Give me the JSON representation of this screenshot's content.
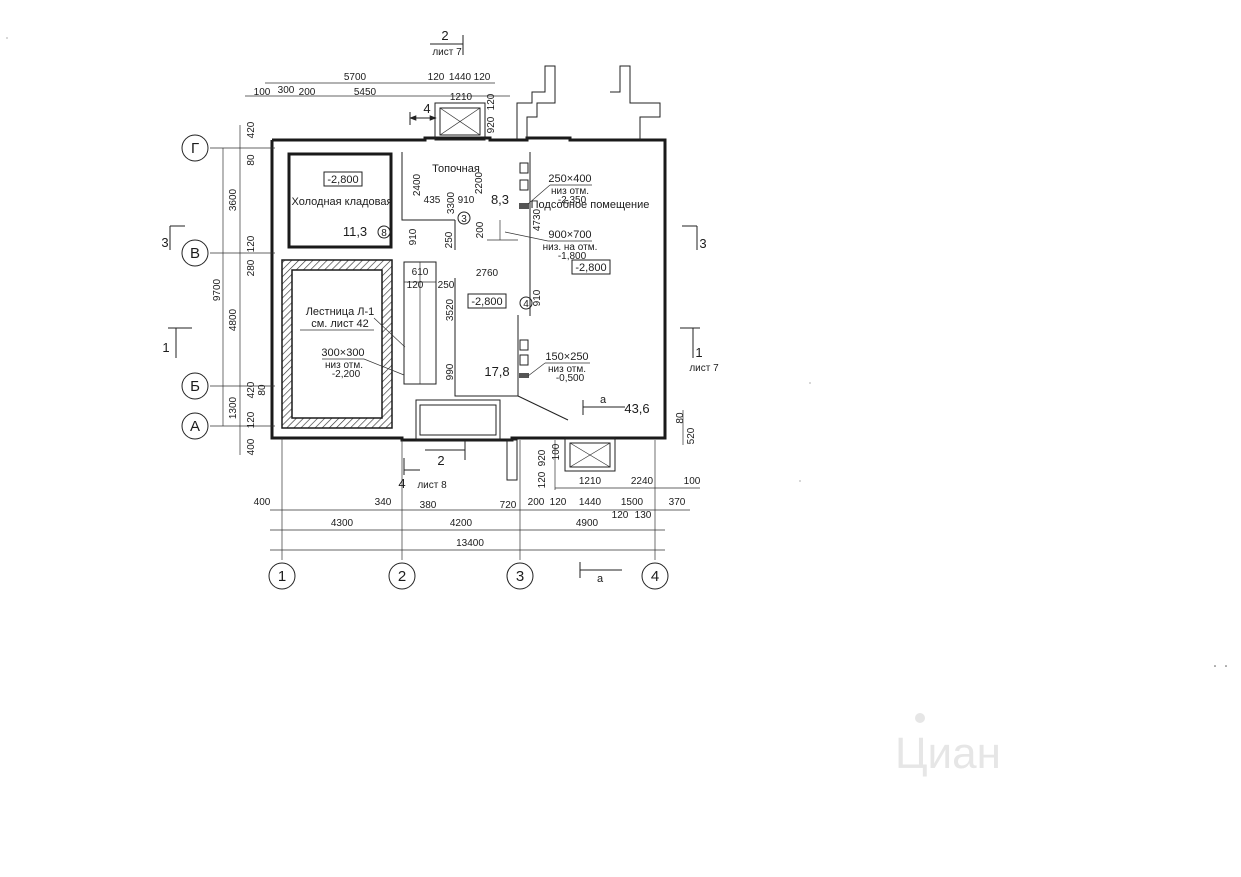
{
  "axes": {
    "horizontal": [
      "1",
      "2",
      "3",
      "4"
    ],
    "vertical": [
      "Г",
      "В",
      "Б",
      "А"
    ]
  },
  "dims": {
    "top": [
      "5700",
      "120",
      "1440",
      "120",
      "100",
      "300",
      "200",
      "5450",
      "1210",
      "920",
      "120"
    ],
    "bottom": [
      "400",
      "340",
      "380",
      "720",
      "200",
      "120",
      "1440",
      "1500",
      "370",
      "120",
      "130",
      "4300",
      "4200",
      "4900",
      "13400",
      "1210",
      "2240",
      "100",
      "920",
      "100",
      "120"
    ],
    "left": [
      "420",
      "80",
      "3600",
      "120",
      "280",
      "9700",
      "4800",
      "420",
      "80",
      "1300",
      "120",
      "400"
    ],
    "inner": [
      "2400",
      "435",
      "3300",
      "910",
      "2200",
      "910",
      "250",
      "610",
      "120",
      "250",
      "2760",
      "3520",
      "990",
      "910",
      "4730",
      "200",
      "80",
      "520"
    ]
  },
  "rooms": [
    {
      "name": "Холодная кладовая",
      "level": "-2,800",
      "area": "11,3",
      "marker": "8"
    },
    {
      "name": "Топочная",
      "area": "8,3",
      "marker": "3"
    },
    {
      "name": "Подсобное помещение",
      "level": "-2,800",
      "area": "43,6"
    },
    {
      "name": "",
      "level": "-2,800",
      "area": "17,8",
      "marker": "4"
    }
  ],
  "stair": {
    "line1": "Лестница Л-1",
    "line2": "см. лист 42"
  },
  "openings": [
    {
      "size": "250×400",
      "l1": "низ отм.",
      "l2": "-2,350"
    },
    {
      "size": "900×700",
      "l1": "низ. на отм.",
      "l2": "-1,800"
    },
    {
      "size": "300×300",
      "l1": "низ отм.",
      "l2": "-2,200"
    },
    {
      "size": "150×250",
      "l1": "низ отм.",
      "l2": "-0,500"
    }
  ],
  "sections": {
    "s2": "2",
    "s2_sheet": "лист 7",
    "s4": "4",
    "s4_sheet": "лист 8",
    "s3": "3",
    "s1": "1",
    "s1_sheet": "лист 7",
    "a": "а"
  },
  "watermark": "Циан"
}
